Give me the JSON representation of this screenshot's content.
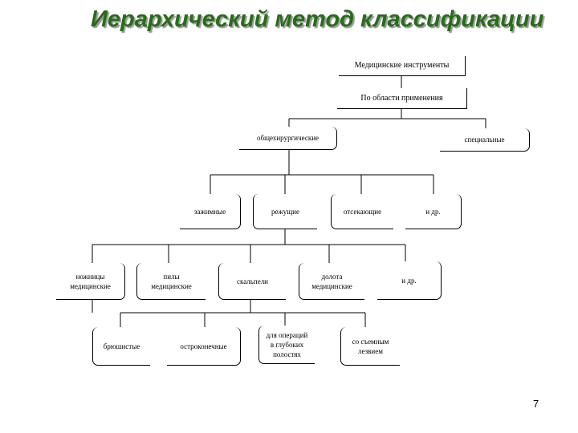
{
  "title": "Иерархический метод классификации",
  "page_number": "7",
  "root": "Медицинские инструменты",
  "criterion": "По области применения",
  "level1": {
    "left": "общехирургические",
    "right": "специальные"
  },
  "level2": [
    "зажимные",
    "режущие",
    "отсекающие",
    "и др."
  ],
  "level3": {
    "scissors": "ножницы медицинские",
    "saws": "пилы медицинские",
    "scalpels": "скальпели",
    "chisels": "долота медицинские",
    "etc": "и др."
  },
  "level4": [
    "брюшистые",
    "остроконечные",
    "для операций в глубоких полостях",
    "со съемным лезвием"
  ]
}
